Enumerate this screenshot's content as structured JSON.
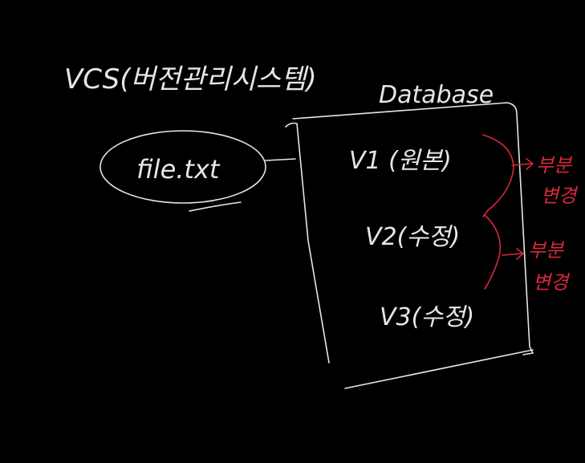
{
  "title": "VCS(버전관리시스템)",
  "file_label": "file.txt",
  "database_label": "Database",
  "versions": [
    {
      "label": "V1 (원본)"
    },
    {
      "label": "V2(수정)"
    },
    {
      "label": "V3(수정)"
    }
  ],
  "changes": [
    {
      "line1": "부분",
      "line2": "변경"
    },
    {
      "line1": "부분",
      "line2": "변경"
    }
  ],
  "colors": {
    "background": "#000000",
    "ink": "#e6e6e6",
    "accent": "#d8283a"
  }
}
